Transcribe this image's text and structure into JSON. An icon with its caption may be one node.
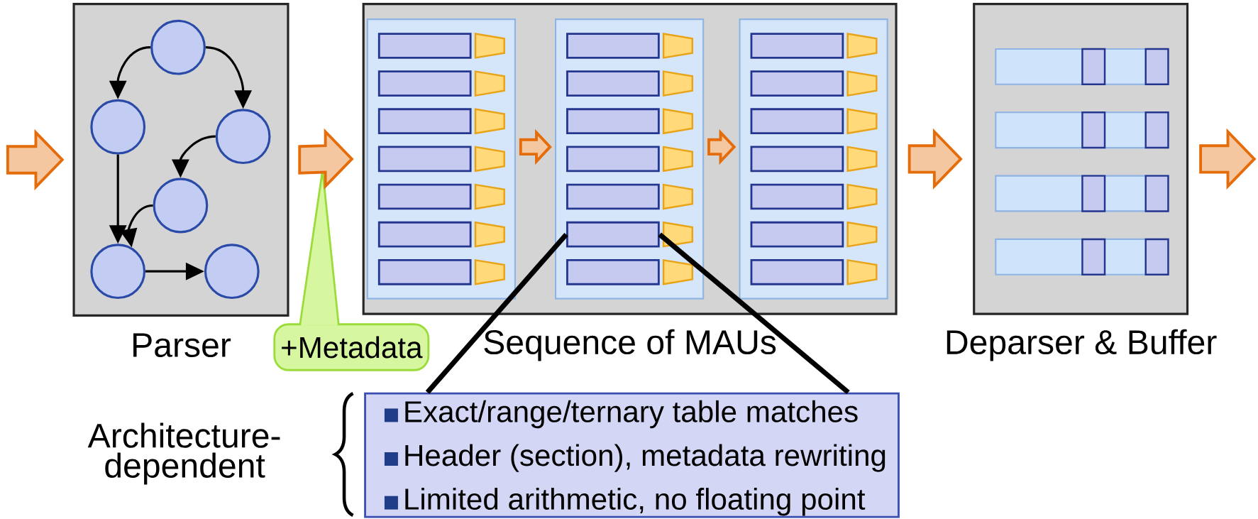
{
  "diagram": {
    "nodes": [
      {
        "text": [
          "Parser"
        ]
      },
      {
        "text": [],
        "shape": "circle",
        "in": 0
      },
      {
        "text": [],
        "shape": "circle",
        "in": 0
      },
      {
        "text": [],
        "shape": "circle",
        "in": 0
      },
      {
        "text": [],
        "shape": "circle",
        "in": 0
      },
      {
        "text": [],
        "shape": "circle",
        "in": 0
      },
      {
        "text": [],
        "shape": "circle",
        "in": 0
      },
      {
        "text": [
          "Sequence of MAUs"
        ]
      },
      {
        "text": [],
        "shape": "box",
        "in": 7
      },
      {
        "text": [],
        "shape": "bar",
        "in": 8
      },
      {
        "text": [],
        "shape": "bar",
        "in": 8
      },
      {
        "text": [],
        "shape": "bar",
        "in": 8
      },
      {
        "text": [],
        "shape": "bar",
        "in": 8
      },
      {
        "text": [],
        "shape": "bar",
        "in": 8
      },
      {
        "text": [],
        "shape": "bar",
        "in": 8
      },
      {
        "text": [],
        "shape": "bar",
        "in": 8
      },
      {
        "text": [],
        "shape": "box",
        "in": 7
      },
      {
        "text": [],
        "shape": "bar",
        "in": 16
      },
      {
        "text": [],
        "shape": "bar",
        "in": 16
      },
      {
        "text": [],
        "shape": "bar",
        "in": 16
      },
      {
        "text": [],
        "shape": "bar",
        "in": 16
      },
      {
        "text": [],
        "shape": "bar",
        "in": 16
      },
      {
        "text": [],
        "shape": "bar",
        "in": 16
      },
      {
        "text": [],
        "shape": "bar",
        "in": 16
      },
      {
        "text": [],
        "shape": "box",
        "in": 7
      },
      {
        "text": [],
        "shape": "bar",
        "in": 24
      },
      {
        "text": [],
        "shape": "bar",
        "in": 24
      },
      {
        "text": [],
        "shape": "bar",
        "in": 24
      },
      {
        "text": [],
        "shape": "bar",
        "in": 24
      },
      {
        "text": [],
        "shape": "bar",
        "in": 24
      },
      {
        "text": [],
        "shape": "bar",
        "in": 24
      },
      {
        "text": [],
        "shape": "bar",
        "in": 24
      },
      {
        "text": [
          "Deparser & Buffer"
        ]
      },
      {
        "text": [],
        "shape": "bar",
        "in": 32
      },
      {
        "text": [],
        "shape": "bar",
        "in": 32
      },
      {
        "text": [],
        "shape": "bar",
        "in": 32
      },
      {
        "text": [],
        "shape": "bar",
        "in": 32
      },
      {
        "text": [
          "+Metadata"
        ]
      },
      {
        "text": [
          "Exact/range/ternary table matches",
          "Header (section), metadata rewriting",
          "Limited arithmetic, no floating point"
        ]
      }
    ],
    "edges": [
      {
        "from": null,
        "to": 0,
        "arrow": "to",
        "color": "#e46c0a"
      },
      {
        "from": 0,
        "to": 7,
        "arrow": "to",
        "color": "#e46c0a"
      },
      {
        "from": 8,
        "to": 16,
        "arrow": "to",
        "color": "#e46c0a"
      },
      {
        "from": 16,
        "to": 24,
        "arrow": "to",
        "color": "#e46c0a"
      },
      {
        "from": 7,
        "to": 32,
        "arrow": "to",
        "color": "#e46c0a"
      },
      {
        "from": 32,
        "to": null,
        "arrow": "to",
        "color": "#e46c0a"
      },
      {
        "from": 1,
        "to": 2,
        "arrow": "to"
      },
      {
        "from": 1,
        "to": 3,
        "arrow": "to"
      },
      {
        "from": 3,
        "to": 4,
        "arrow": "to"
      },
      {
        "from": 2,
        "to": 5,
        "arrow": "to"
      },
      {
        "from": 4,
        "to": 5,
        "arrow": "to"
      },
      {
        "from": 5,
        "to": 6,
        "arrow": "to"
      },
      {
        "from": 38,
        "to": 22,
        "arrow": "none",
        "style": "thick"
      },
      {
        "from": 38,
        "to": 22,
        "arrow": "none",
        "style": "thick"
      }
    ],
    "labels": [
      "Architecture-dependent"
    ]
  }
}
